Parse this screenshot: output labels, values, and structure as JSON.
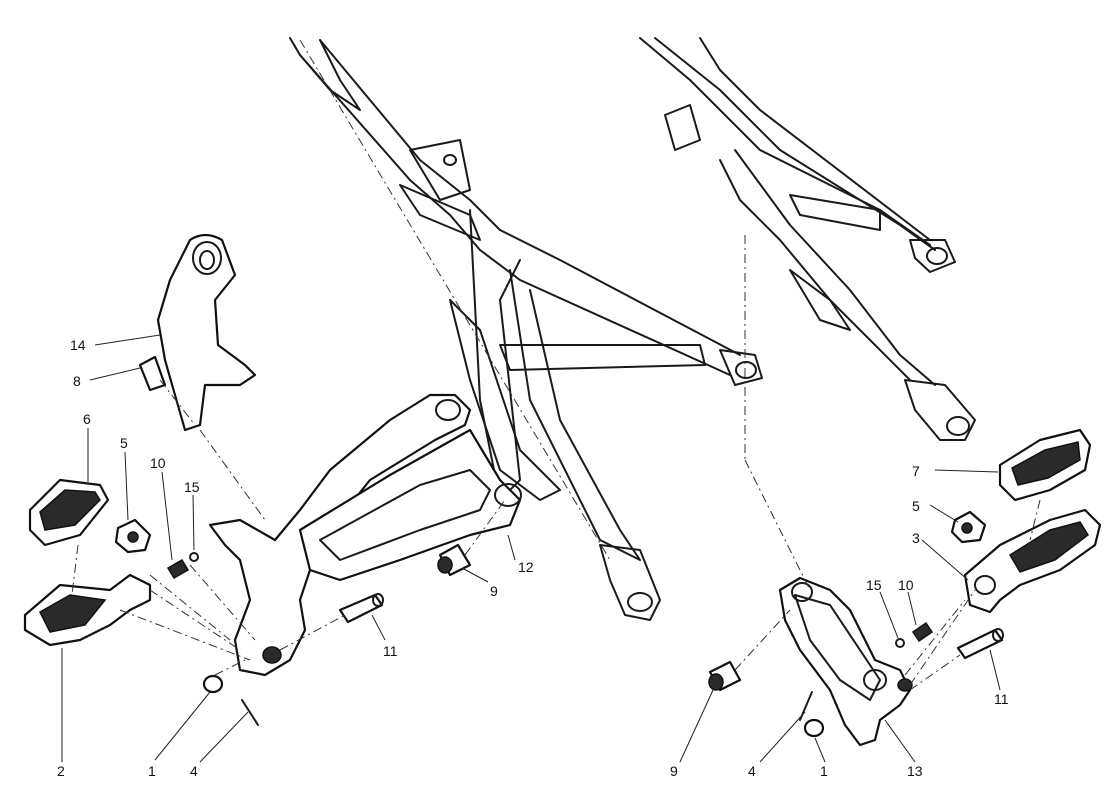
{
  "callouts": [
    {
      "id": "c14",
      "text": "14"
    },
    {
      "id": "c8",
      "text": "8"
    },
    {
      "id": "c6",
      "text": "6"
    },
    {
      "id": "c5a",
      "text": "5"
    },
    {
      "id": "c10a",
      "text": "10"
    },
    {
      "id": "c15a",
      "text": "15"
    },
    {
      "id": "c12",
      "text": "12"
    },
    {
      "id": "c9a",
      "text": "9"
    },
    {
      "id": "c11a",
      "text": "11"
    },
    {
      "id": "c2",
      "text": "2"
    },
    {
      "id": "c1a",
      "text": "1"
    },
    {
      "id": "c4a",
      "text": "4"
    },
    {
      "id": "c7",
      "text": "7"
    },
    {
      "id": "c5b",
      "text": "5"
    },
    {
      "id": "c3",
      "text": "3"
    },
    {
      "id": "c15b",
      "text": "15"
    },
    {
      "id": "c10b",
      "text": "10"
    },
    {
      "id": "c11b",
      "text": "11"
    },
    {
      "id": "c9b",
      "text": "9"
    },
    {
      "id": "c4b",
      "text": "4"
    },
    {
      "id": "c1b",
      "text": "1"
    },
    {
      "id": "c13",
      "text": "13"
    }
  ]
}
